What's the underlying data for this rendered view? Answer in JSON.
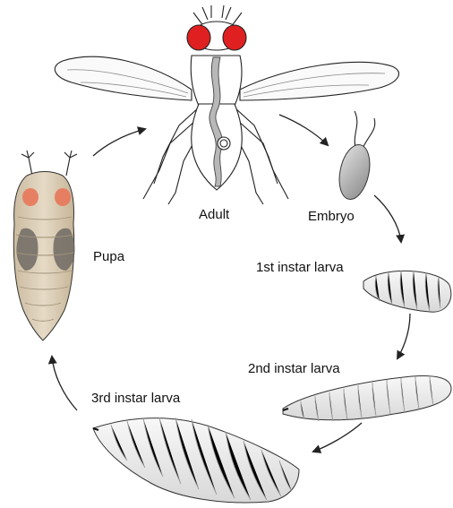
{
  "labels": {
    "adult": "Adult",
    "embryo": "Embryo",
    "first_instar": "1st instar larva",
    "second_instar": "2nd instar larva",
    "third_instar": "3rd instar larva",
    "pupa": "Pupa"
  },
  "colors": {
    "outline": "#222222",
    "adult_eye": "#e02020",
    "adult_body": "#ffffff",
    "adult_gut": "#b8b8b8",
    "embryo_fill": "#b0b0b0",
    "larva_fill": "#ececec",
    "pupa_body": "#d9cbb3",
    "pupa_eye": "#e8775a",
    "pupa_wing": "#6e6a64",
    "arrow": "#222222"
  }
}
